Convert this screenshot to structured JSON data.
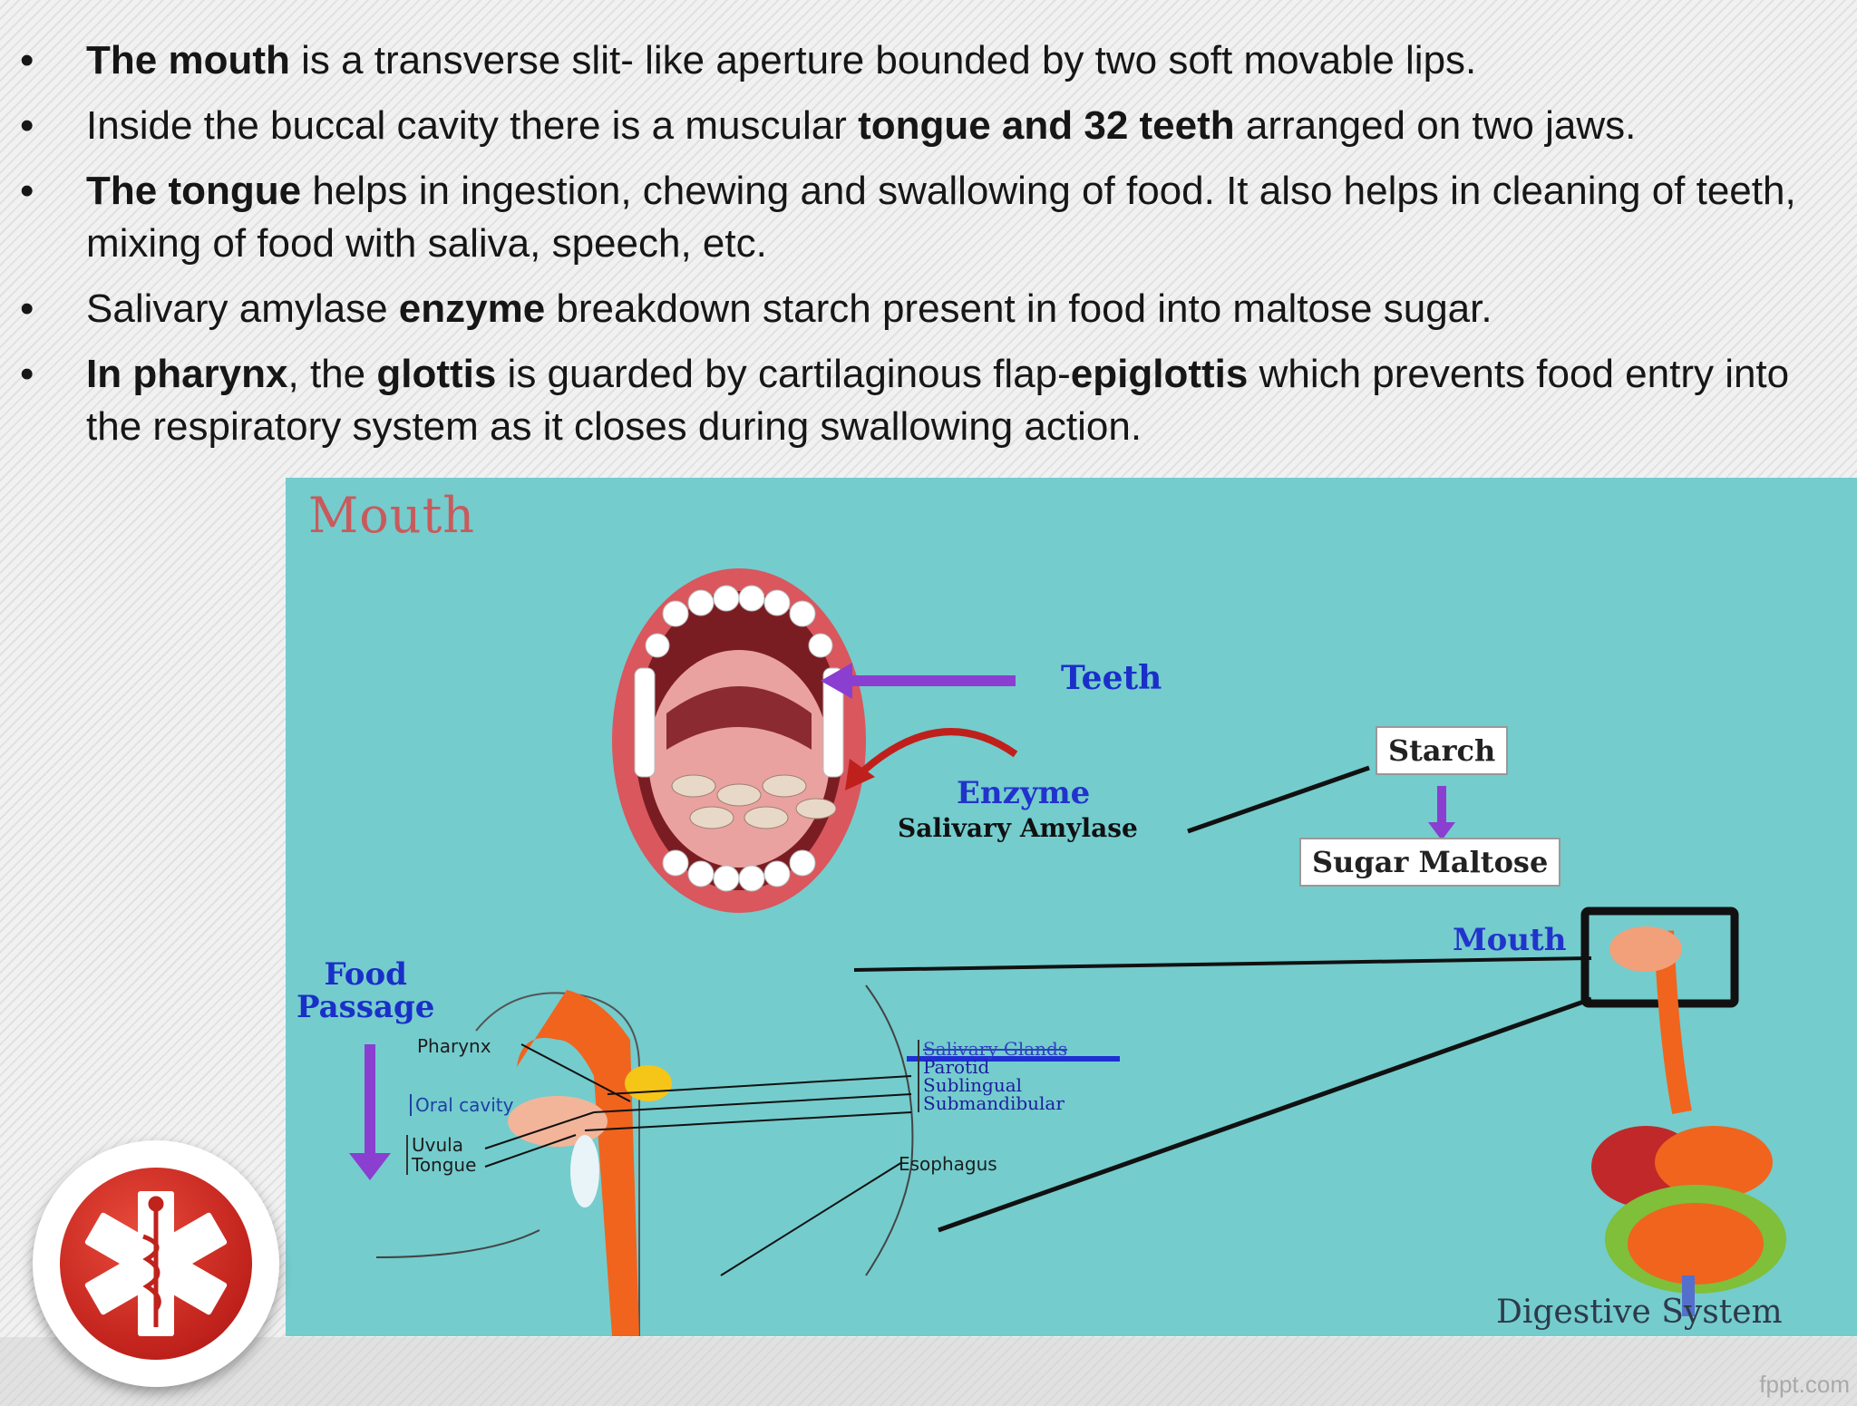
{
  "bullets": [
    {
      "parts": [
        {
          "b": "The mouth"
        },
        {
          "t": " is a transverse slit- like aperture bounded by two soft movable lips."
        }
      ]
    },
    {
      "parts": [
        {
          "t": "Inside the buccal cavity there is a muscular "
        },
        {
          "b": "tongue and 32 teeth"
        },
        {
          "t": " arranged on two jaws."
        }
      ]
    },
    {
      "parts": [
        {
          "b": "The tongue"
        },
        {
          "t": " helps in ingestion, chewing and swallowing of food. It also helps in cleaning of teeth, mixing of food with saliva, speech, etc."
        }
      ]
    },
    {
      "parts": [
        {
          "t": "Salivary amylase "
        },
        {
          "b": "enzyme"
        },
        {
          "t": " breakdown starch present in food into maltose sugar."
        }
      ]
    },
    {
      "parts": [
        {
          "b": "In pharynx"
        },
        {
          "t": ", the "
        },
        {
          "b": "glottis"
        },
        {
          "t": " is guarded by cartilaginous flap-"
        },
        {
          "b": "epiglottis"
        },
        {
          "t": "  which prevents food entry into the  respiratory system as it closes during swallowing action."
        }
      ]
    }
  ],
  "diagram": {
    "title": "Mouth",
    "teeth_label": "Teeth",
    "enzyme_label": "Enzyme",
    "amylase_label": "Salivary Amylase",
    "starch_label": "Starch",
    "maltose_label": "Sugar Maltose",
    "mouth_small_label": "Mouth",
    "food_passage_line1": "Food",
    "food_passage_line2": "Passage",
    "pharynx_label": "Pharynx",
    "oral_cavity_label": "Oral cavity",
    "uvula_label": "Uvula",
    "tongue_label": "Tongue",
    "salivary_glands_label": "Salivary Glands",
    "parotid_label": "Parotid",
    "sublingual_label": "Sublingual",
    "submandibular_label": "Submandibular",
    "esophagus_label": "Esophagus",
    "digestive_label": "Digestive System"
  },
  "footer": {
    "watermark": "fppt.com"
  },
  "colors": {
    "diagram_bg": "#74cccd",
    "arrow_purple": "#8a3fd0",
    "organ_orange": "#f0641e",
    "logo_red": "#c0221c"
  }
}
